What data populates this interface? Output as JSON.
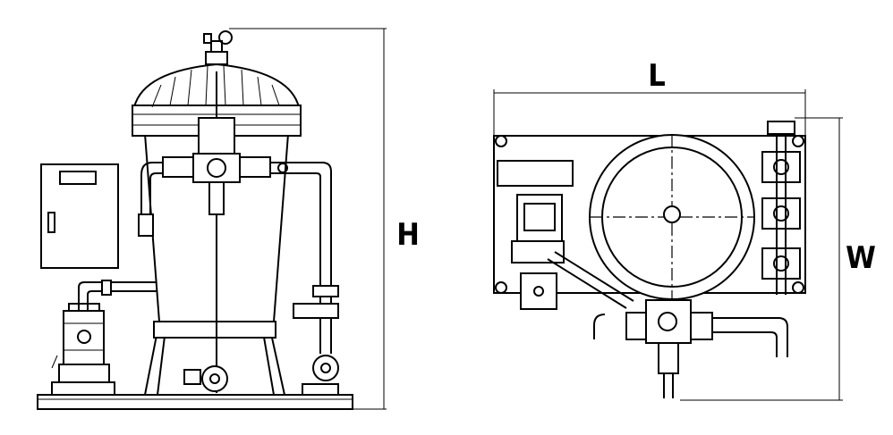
{
  "dimensions": {
    "height_label": "H",
    "length_label": "L",
    "width_label": "W"
  },
  "colors": {
    "line": "#000000",
    "background": "#ffffff"
  }
}
